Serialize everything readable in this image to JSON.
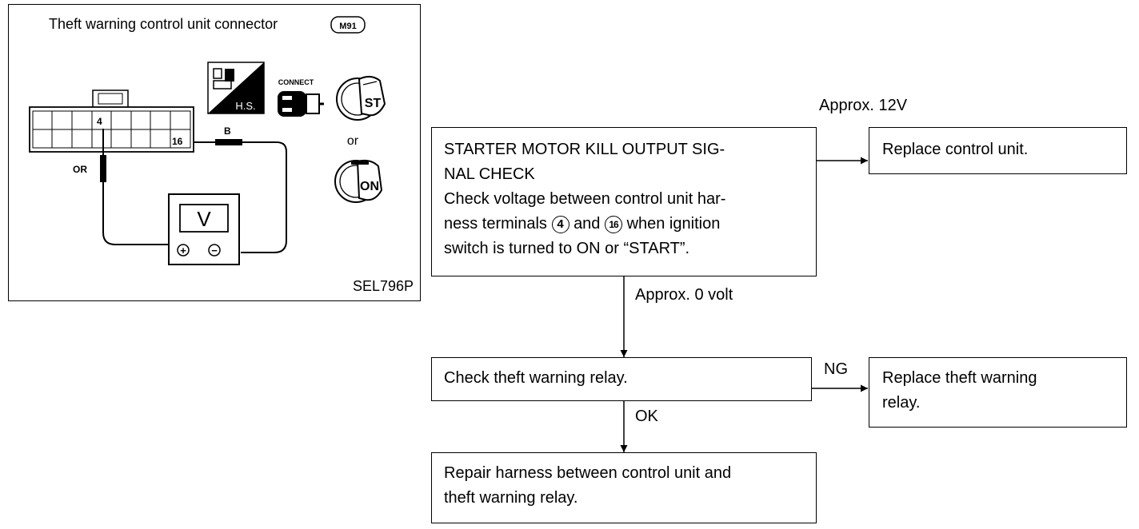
{
  "figure": {
    "title": "Theft warning control unit connector",
    "connector_code": "M91",
    "code": "SEL796P",
    "pin_left": "4",
    "pin_right": "16",
    "wire_left": "OR",
    "wire_right": "B",
    "meter_label": "V",
    "meter_plus": "+",
    "meter_minus": "−",
    "hs_label": "H.S.",
    "connect_label": "CONNECT",
    "key_st": "ST",
    "key_on": "ON",
    "or_label": "or"
  },
  "flow": {
    "check_box": {
      "line1": "STARTER MOTOR KILL OUTPUT SIG-",
      "line2": "NAL CHECK",
      "line3": "Check voltage between control unit har-",
      "line4a": "ness terminals",
      "terminal_a": "4",
      "line4b": "and",
      "terminal_b": "16",
      "line4c": "when ignition",
      "line5": "switch is turned to ON or “START”."
    },
    "label_12v": "Approx. 12V",
    "replace_unit": "Replace control unit.",
    "label_0v": "Approx. 0 volt",
    "relay_check": "Check theft warning relay.",
    "label_ng": "NG",
    "replace_relay_line1": "Replace theft warning",
    "replace_relay_line2": "relay.",
    "label_ok": "OK",
    "repair_line1": "Repair harness between control unit and",
    "repair_line2": "theft warning relay."
  }
}
